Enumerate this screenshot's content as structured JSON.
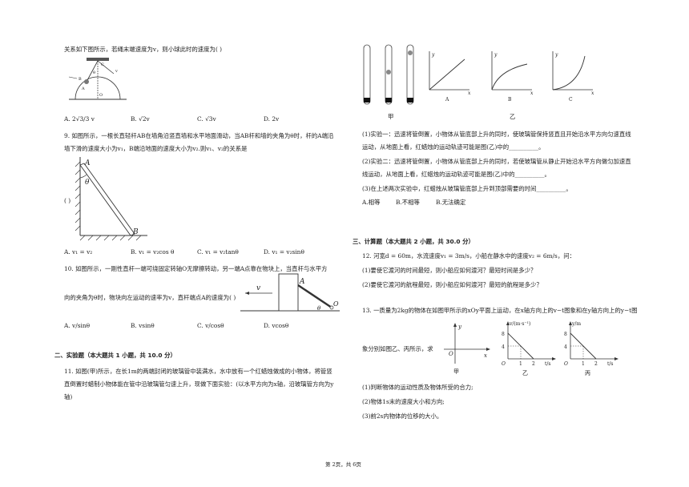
{
  "left": {
    "q8": {
      "stem": "关系如下图所示，若绳末端速度为v，则小球此时的速度为(     )",
      "fig_labels": [
        "C",
        "B",
        "A",
        "O",
        "θ",
        "v"
      ],
      "options": [
        "A. 2√3/3 v",
        "B. √2v",
        "C. √3v",
        "D. 2v"
      ]
    },
    "q9": {
      "line1": "9.  如图所示，一根长直轻杆AB在墙角沿竖直墙和水平地面滑动，当AB杆和墙的夹角为θ时，杆的A端沿",
      "line2": "墙下滑的速度大小为v₁，B端沿地面的速度大小为v₂.则v₁、v₂的关系是",
      "paren": "(     )",
      "fig_labels": [
        "A",
        "θ",
        "B"
      ],
      "options": [
        "A.  v₁ = v₂",
        "B.  v₁ = v₂cos θ",
        "C.  v₁ = v₂tanθ",
        "D.  v₁ = v₂sinθ"
      ]
    },
    "q10": {
      "line1": "10. 如图所示，一刚性直杆一端可绕固定转轴O无摩擦转动，另一端A点靠在物块上，当直杆与水平方",
      "line2": "向的夹角为θ时，物块向左运动的速率为v，直杆端点A的速度为(     )",
      "fig_labels": [
        "v",
        "A",
        "θ",
        "O"
      ],
      "options": [
        "A.  v/sinθ",
        "B.  vsinθ",
        "C.  v/cosθ",
        "D.  vcosθ"
      ]
    },
    "section2": "二、实验题（本大题共 1 小题，共 10.0 分）",
    "q11": {
      "line1": "11. 如图(甲)所示，在长1m的两端封闭的玻璃管中装满水，水中放有一个红蜡烛做成的小物体，将管竖",
      "line2": "直倒置时蜡制小物体能在管中沿玻璃管匀速上升，现做下面实验：(以水平方向为x轴，沿玻璃管方向为y",
      "line3": "轴)"
    }
  },
  "right": {
    "q11fig": {
      "label_jia": "甲",
      "label_yi": "乙",
      "axis_labels": [
        "y",
        "x",
        "y",
        "x",
        "y",
        "x"
      ],
      "graph_labels": [
        "A",
        "B",
        "C"
      ]
    },
    "q11cont": {
      "l1": "(1)实验一：迅速将管倒置，小物体从管底部上升的同时，使玻璃管保持竖直且开始沿水平方向匀速直线",
      "l2": "运动，从地面上看，红蜡烛的运动轨迹可能是图(乙)中的__________。",
      "l3": "(2)实验二：迅速将管倒置，小物体从管底部上升的同时，若使玻璃管从静止开始沿水平方向做匀加速直",
      "l4": "线运动，从地面上看，红蜡烛的运动轨迹可能是图(乙)中的__________。",
      "l5": "(3)在上述两次实验中，红蜡烛从玻璃管底部上升到顶部需要的时间__________。",
      "opts": [
        "A.相等",
        "B.不相等",
        "B.无法确定"
      ]
    },
    "section3": "三、计算题（本大题共 2 小题，共 30.0 分）",
    "q12": {
      "l1": "12. 河宽d = 60m，水流速度v₁ = 3m/s，小船在静水中的速度v₂ = 6m/s，问：",
      "l2": "(1)要使它渡河的时间最短，则小船应如何渡河？最短时间是多少？",
      "l3": "(2)要使它渡河的航程最短，则小船应如何渡河？最短的航程是多少？"
    },
    "q13": {
      "l1": "13. 一质量为2kg的物体在如图甲所示的xOy平面上运动，在x轴方向上的v−t图象和在y轴方向上的y−t图",
      "l2": "象分别如图乙、丙所示，求",
      "fig_jia": {
        "y": "y",
        "x": "x",
        "o": "O",
        "label": "甲"
      },
      "fig_yi": {
        "ylabel": "v/(m·s⁻¹)",
        "t8": "8",
        "t4": "4",
        "o": "O",
        "x1": "1",
        "x2": "2",
        "xlabel": "t/s",
        "label": "乙"
      },
      "fig_bing": {
        "ylabel": "y/m",
        "t8": "8",
        "t4": "4",
        "o": "O",
        "x1": "1",
        "x2": "2",
        "xlabel": "t/s",
        "label": "丙"
      },
      "s1": "(1)判断物体的运动性质及物体所受的合力;",
      "s2": "(2)物体1s末的速度大小和方向;",
      "s3": "(3)前2s内物体的位移的大小。"
    }
  },
  "footer": "第 2页，共 6页"
}
